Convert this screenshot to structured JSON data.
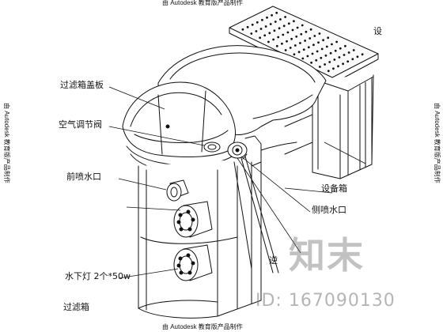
{
  "watermark": {
    "top": "由 Autodesk 教育版产品制作",
    "bottom": "由 Autodesk 教育版产品制作",
    "left": "由 Autodesk 教育版产品制作",
    "right": "由 Autodesk 教育版产品制作"
  },
  "labels": {
    "filter_cover": "过滤箱盖板",
    "air_valve": "空气调节阀",
    "front_nozzle": "前喷水口",
    "underwater_light": "水下灯 2个*50w",
    "filter_box": "过滤箱",
    "equipment_box": "设备箱",
    "side_nozzle": "侧喷水口",
    "reverse_label": "逆",
    "top_right_partial": "设"
  },
  "site_logo": {
    "text": "知末",
    "id": "ID: 167090130"
  }
}
